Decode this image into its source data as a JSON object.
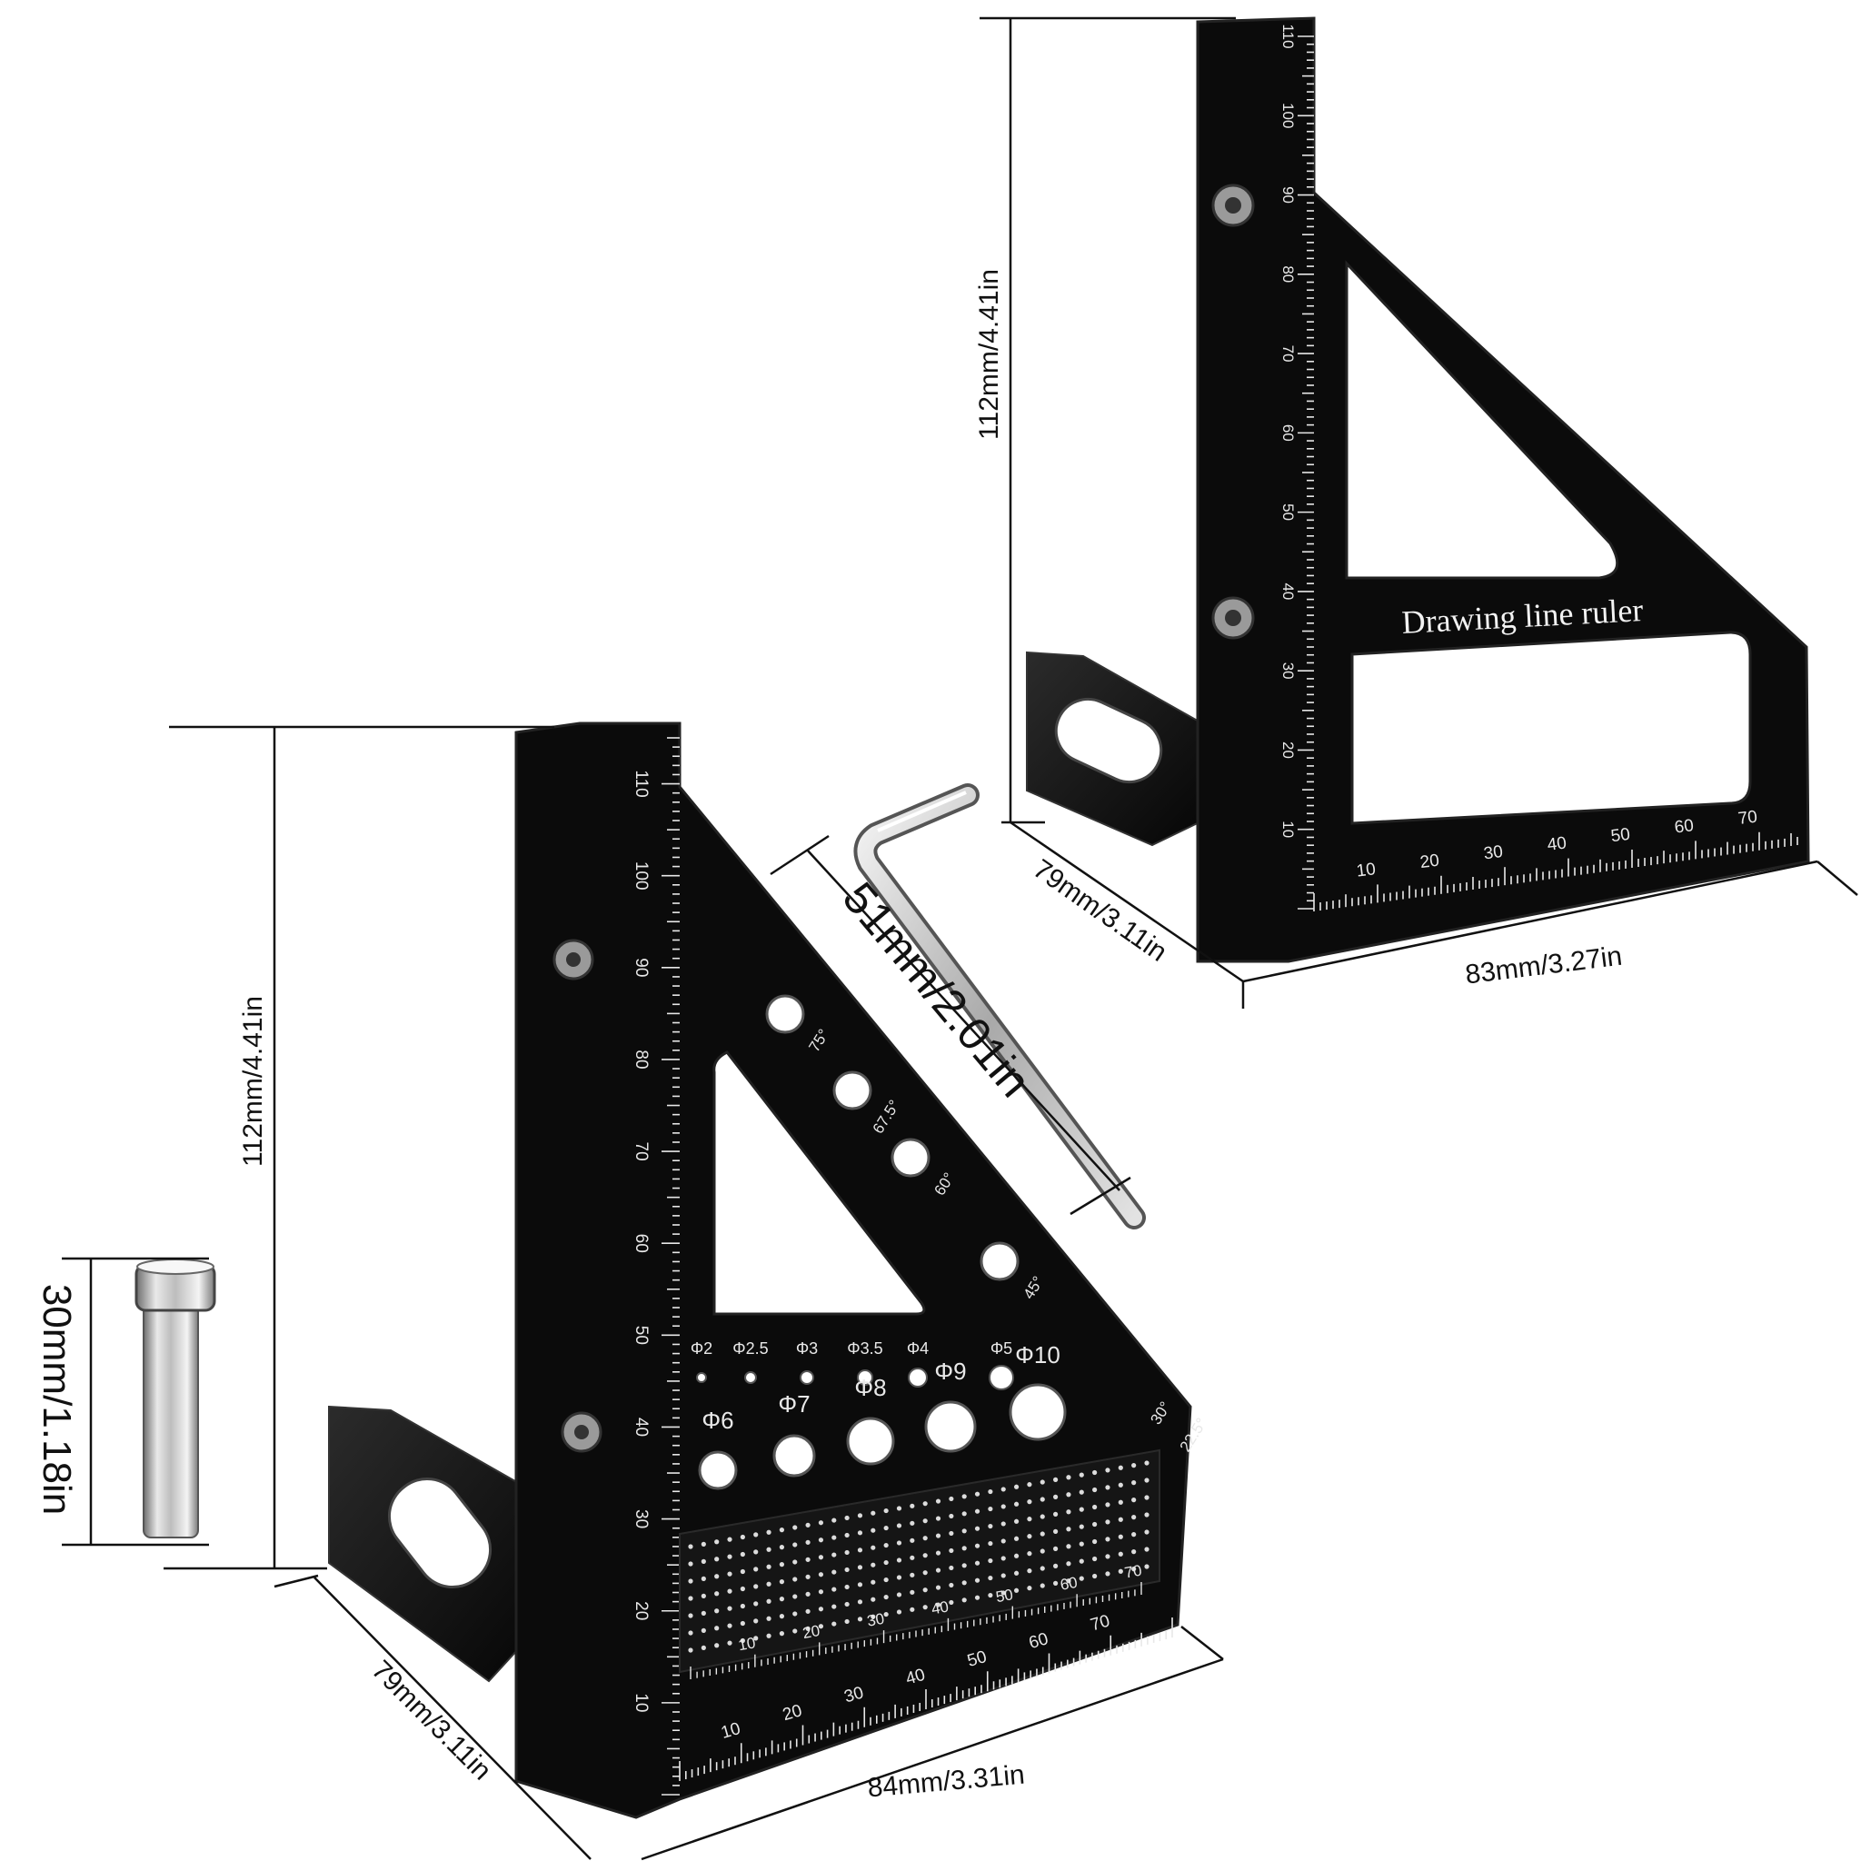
{
  "colors": {
    "background": "#ffffff",
    "ruler_body": "#0b0b0b",
    "ruler_edge": "#2a2a2a",
    "marking": "#e8e8e8",
    "dimension_line": "#111111",
    "metal": "#c9c9c9"
  },
  "icons": [
    "hex-key-icon",
    "locating-pin-icon",
    "countersunk-screw-icon"
  ],
  "top_ruler": {
    "engraved_label": "Drawing line ruler",
    "vertical_scale": [
      "10",
      "20",
      "30",
      "40",
      "50",
      "60",
      "70",
      "80",
      "90",
      "100",
      "110"
    ],
    "horizontal_scale": [
      "10",
      "20",
      "30",
      "40",
      "50",
      "60",
      "70"
    ],
    "height_dimension": "112mm/4.41in",
    "width_dimension": "83mm/3.27in",
    "depth_dimension": "79mm/3.11in"
  },
  "bottom_ruler": {
    "vertical_scale": [
      "10",
      "20",
      "30",
      "40",
      "50",
      "60",
      "70",
      "80",
      "90",
      "100",
      "110"
    ],
    "horizontal_scale": [
      "10",
      "20",
      "30",
      "40",
      "50",
      "60",
      "70"
    ],
    "inner_scale": [
      "10",
      "20",
      "30",
      "40",
      "50",
      "60",
      "70"
    ],
    "angle_labels": [
      "75°",
      "67.5°",
      "60°",
      "45°",
      "30°",
      "22.5°"
    ],
    "small_holes": [
      "Φ2",
      "Φ2.5",
      "Φ3",
      "Φ3.5",
      "Φ4",
      "Φ5"
    ],
    "large_holes": [
      "Φ6",
      "Φ7",
      "Φ8",
      "Φ9",
      "Φ10"
    ],
    "height_dimension": "112mm/4.41in",
    "width_dimension": "84mm/3.31in",
    "depth_dimension": "79mm/3.11in"
  },
  "hex_key": {
    "length_dimension": "51mm/2.01in"
  },
  "pin": {
    "length_dimension": "30mm/1.18in"
  }
}
